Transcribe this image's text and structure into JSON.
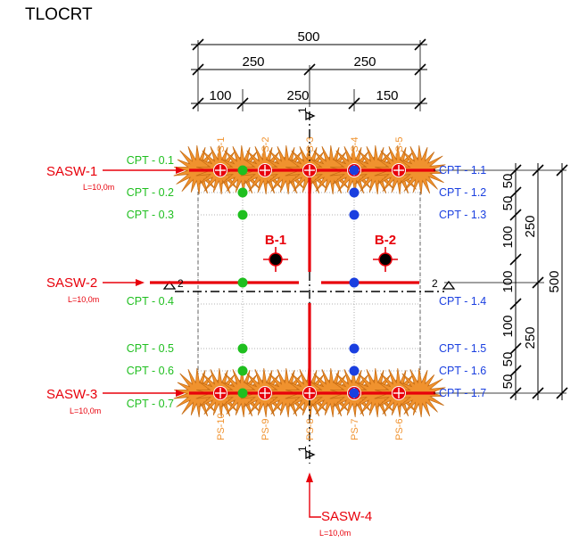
{
  "title": "TLOCRT",
  "dimensions": {
    "top_total": "500",
    "top_half_left": "250",
    "top_half_right": "250",
    "top_seg_1": "100",
    "top_seg_2": "250",
    "top_seg_3": "150",
    "right_total": "500",
    "right_half_top": "250",
    "right_half_bottom": "250",
    "right_segs": [
      "50",
      "50",
      "100",
      "100",
      "100",
      "50",
      "50"
    ]
  },
  "sasw": [
    {
      "label": "SASW-1",
      "note": "L=10,0m"
    },
    {
      "label": "SASW-2",
      "note": "L=10,0m"
    },
    {
      "label": "SASW-3",
      "note": "L=10,0m"
    },
    {
      "label": "SASW-4",
      "note": "L=10,0m"
    }
  ],
  "cpt_left": [
    "CPT - 0.1",
    "CPT - 0.2",
    "CPT - 0.3",
    "CPT - 0.4",
    "CPT - 0.5",
    "CPT - 0.6",
    "CPT - 0.7"
  ],
  "cpt_right": [
    "CPT - 1.1",
    "CPT - 1.2",
    "CPT - 1.3",
    "CPT - 1.4",
    "CPT - 1.5",
    "CPT - 1.6",
    "CPT - 1.7"
  ],
  "ps_top": [
    "PS-1",
    "PS-2",
    "PS-3",
    "PS-4",
    "PS-5"
  ],
  "ps_bottom": [
    "PS-10",
    "PS-9",
    "PS-8",
    "PS-7",
    "PS-6"
  ],
  "boreholes": [
    "B-1",
    "B-2"
  ],
  "section_marks": {
    "s1_top": "1",
    "s1_bottom": "1",
    "s2_left": "2",
    "s2_right": "2"
  },
  "colors": {
    "sasw": "#e8000b",
    "cpt_left": "#1fbf1f",
    "cpt_right": "#1a3fe0",
    "ps": "#f0922e",
    "borehole": "#000000"
  }
}
